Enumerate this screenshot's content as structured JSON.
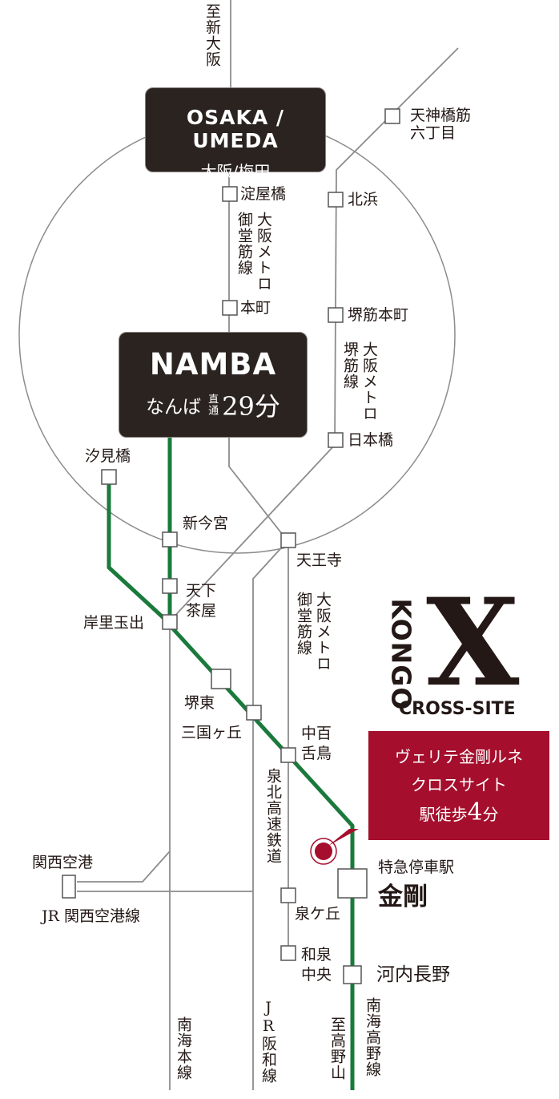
{
  "hubs": {
    "osaka_en": "OSAKA / UMEDA",
    "osaka_ja": "大阪/梅田",
    "namba_en": "NAMBA",
    "namba_ja": "なんば",
    "namba_direct": "直通",
    "namba_time": "29分"
  },
  "top_destination": "至新大阪",
  "stations": {
    "yodoyabashi": "淀屋橋",
    "hommachi": "本町",
    "tenjinbashisuji": "天神橋筋\n六丁目",
    "kitahama": "北浜",
    "sakaisuji_hommachi": "堺筋本町",
    "nipponbashi": "日本橋",
    "shiomibashi": "汐見橋",
    "imamiya": "新今宮",
    "tennoji": "天王寺",
    "tengachaya_1": "天下",
    "tengachaya_2": "茶屋",
    "kishinosato": "岸里玉出",
    "sakaihigashi": "堺東",
    "mikunigaoka": "三国ヶ丘",
    "nakamozu_1": "中百",
    "nakamozu_2": "舌鳥",
    "kansai_airport": "関西空港",
    "izumigaoka": "泉ケ丘",
    "izumichuo_1": "和泉",
    "izumichuo_2": "中央",
    "kongo_express": "特急停車駅",
    "kongo": "金剛",
    "kawachinagano": "河内長野"
  },
  "lines": {
    "midosuji_operator": "大阪メトロ",
    "midosuji": "御堂筋線",
    "sakaisuji_operator": "大阪メトロ",
    "sakaisuji": "堺筋線",
    "midosuji2_operator": "大阪メトロ",
    "midosuji2": "御堂筋線",
    "semboku": "泉北高速鉄道",
    "jr_kansai_airport": "JR 関西空港線",
    "nankai_main": "南海本線",
    "jr_hanwa": "JR阪和線",
    "nankai_koya": "南海高野線",
    "to_koyasan": "至高野山"
  },
  "logo": {
    "mark": "X",
    "word": "KONGO",
    "sub": "CROSS-SITE"
  },
  "callout": {
    "line1": "ヴェリテ金剛ルネ",
    "line2": "クロスサイト",
    "line3_prefix": "駅徒歩",
    "line3_num": "4",
    "line3_suffix": "分"
  },
  "colors": {
    "green_line": "#1a7a3c",
    "gray_line": "#8c8c8c",
    "hub_box": "#2a2320",
    "callout": "#a50f2d",
    "text": "#231815"
  }
}
